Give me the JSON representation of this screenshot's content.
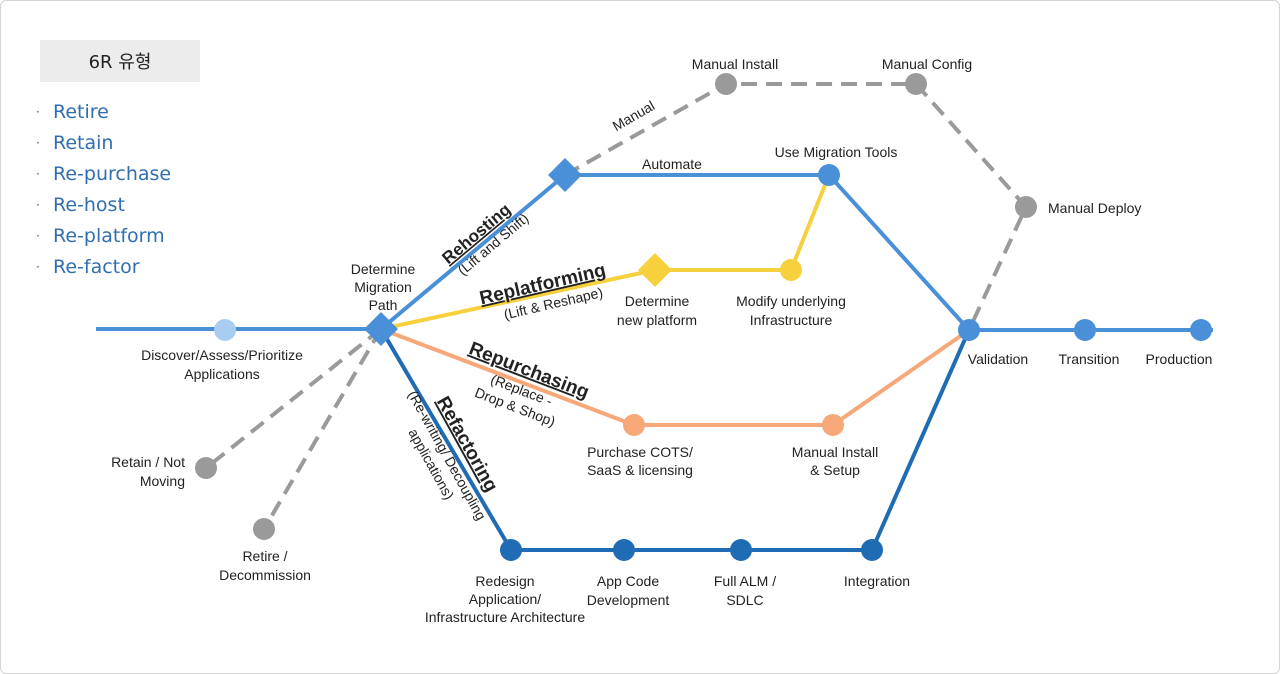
{
  "legend": {
    "title": "6R 유형",
    "bullet": "·",
    "items": [
      "Retire",
      "Retain",
      "Re-purchase",
      "Re-host",
      "Re-platform",
      "Re-factor"
    ]
  },
  "colors": {
    "rehost": "#4a90d9",
    "replatform": "#f7d13d",
    "repurchase": "#f6a878",
    "refactor": "#1f6cb5",
    "manual": "#9a9a9a",
    "discover": "#a8cdf0"
  },
  "nodes": {
    "discover": [
      "Discover/Assess/Prioritize",
      "Applications"
    ],
    "determine_path": [
      "Determine",
      "Migration",
      "Path"
    ],
    "retain": [
      "Retain / Not",
      "Moving"
    ],
    "retire": [
      "Retire /",
      "Decommission"
    ],
    "manual_install_top": "Manual Install",
    "manual_config": "Manual Config",
    "manual_deploy": "Manual Deploy",
    "use_migration_tools": "Use Migration Tools",
    "determine_platform": [
      "Determine",
      "new platform"
    ],
    "modify_infra": [
      "Modify underlying",
      "Infrastructure"
    ],
    "purchase_cots": [
      "Purchase COTS/",
      "SaaS & licensing"
    ],
    "manual_install_setup": [
      "Manual Install",
      "& Setup"
    ],
    "redesign": [
      "Redesign",
      "Application/",
      "Infrastructure Architecture"
    ],
    "app_code": [
      "App Code",
      "Development"
    ],
    "full_alm": [
      "Full ALM /",
      "SDLC"
    ],
    "integration": "Integration",
    "validation": "Validation",
    "transition": "Transition",
    "production": "Production"
  },
  "edges": {
    "manual": "Manual",
    "automate": "Automate"
  },
  "paths": {
    "rehosting": "Rehosting",
    "rehosting_sub": "(Lift and Shift)",
    "replatforming": "Replatforming",
    "replatforming_sub": "(Lift & Reshape)",
    "repurchasing": "Repurchasing",
    "repurchasing_sub": [
      "(Replace -",
      "Drop & Shop)"
    ],
    "refactoring": "Refactoring",
    "refactoring_sub": [
      "(Re-writing/ Decoupling",
      "applications)"
    ]
  }
}
